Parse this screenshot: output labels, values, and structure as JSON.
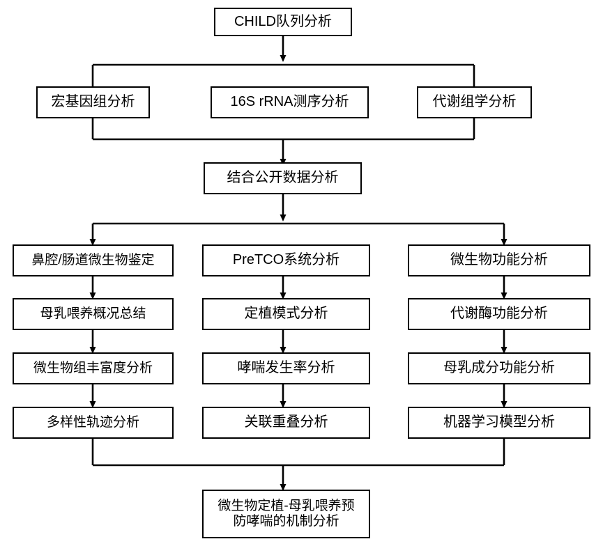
{
  "diagram": {
    "title_node": {
      "id": "child-cohort-analysis",
      "label": "CHILD队列分析"
    },
    "level2": [
      {
        "id": "metagenomics-analysis",
        "label": "宏基因组分析"
      },
      {
        "id": "16s-rrna-sequencing-analysis",
        "label": "16S rRNA测序分析"
      },
      {
        "id": "metabolomics-analysis",
        "label": "代谢组学分析"
      }
    ],
    "level3": {
      "id": "public-data-combined-analysis",
      "label": "结合公开数据分析"
    },
    "columns": [
      {
        "id": "column-left",
        "steps": [
          {
            "id": "nasal-gut-microbe-identification",
            "label": "鼻腔/肠道微生物鉴定"
          },
          {
            "id": "breastfeeding-overview-summary",
            "label": "母乳喂养概况总结"
          },
          {
            "id": "microbiome-richness-analysis",
            "label": "微生物组丰富度分析"
          },
          {
            "id": "diversity-trajectory-analysis",
            "label": "多样性轨迹分析"
          }
        ]
      },
      {
        "id": "column-middle",
        "steps": [
          {
            "id": "pretco-system-analysis",
            "label": "PreTCO系统分析"
          },
          {
            "id": "colonization-pattern-analysis",
            "label": "定植模式分析"
          },
          {
            "id": "asthma-incidence-analysis",
            "label": "哮喘发生率分析"
          },
          {
            "id": "association-overlap-analysis",
            "label": "关联重叠分析"
          }
        ]
      },
      {
        "id": "column-right",
        "steps": [
          {
            "id": "microbial-function-analysis",
            "label": "微生物功能分析"
          },
          {
            "id": "metabolic-enzyme-function-analysis",
            "label": "代谢酶功能分析"
          },
          {
            "id": "breastmilk-component-function-analysis",
            "label": "母乳成分功能分析"
          },
          {
            "id": "machine-learning-model-analysis",
            "label": "机器学习模型分析"
          }
        ]
      }
    ],
    "conclusion": {
      "id": "mechanism-analysis-conclusion",
      "label": "微生物定植-母乳喂养预\n防哮喘的机制分析"
    },
    "style": {
      "line_color": "#000000",
      "box_border_color": "#000000",
      "box_fill_color": "#ffffff",
      "text_color": "#000000",
      "background_color": "#ffffff"
    }
  }
}
